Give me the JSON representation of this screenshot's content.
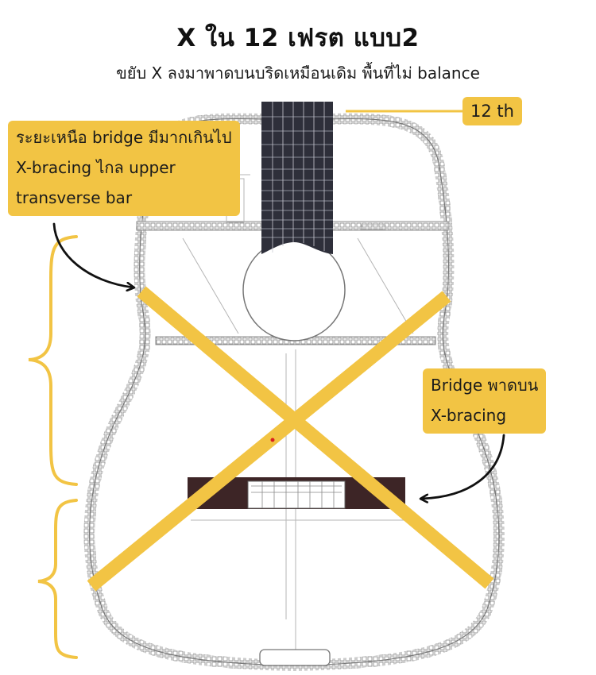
{
  "title": "X ใน 12 เฟรต แบบ2",
  "subtitle": "ขยับ X ลงมาพาดบนบริดเหมือนเดิม พื้นที่ไม่ balance",
  "callouts": {
    "fret_marker": "12 th",
    "above_bridge_lines": [
      "ระยะเหนือ bridge มีมากเกินไป",
      "X-bracing ไกล upper",
      "transverse bar"
    ],
    "bridge_lines": [
      "Bridge พาดบน",
      "X-bracing"
    ]
  },
  "colors": {
    "accent_yellow": "#f2c444",
    "outline_gray": "#8c8c8c",
    "fretboard_dark": "#2e2f3a",
    "bridge_dark": "#3d2526",
    "arrow_black": "#111111"
  }
}
